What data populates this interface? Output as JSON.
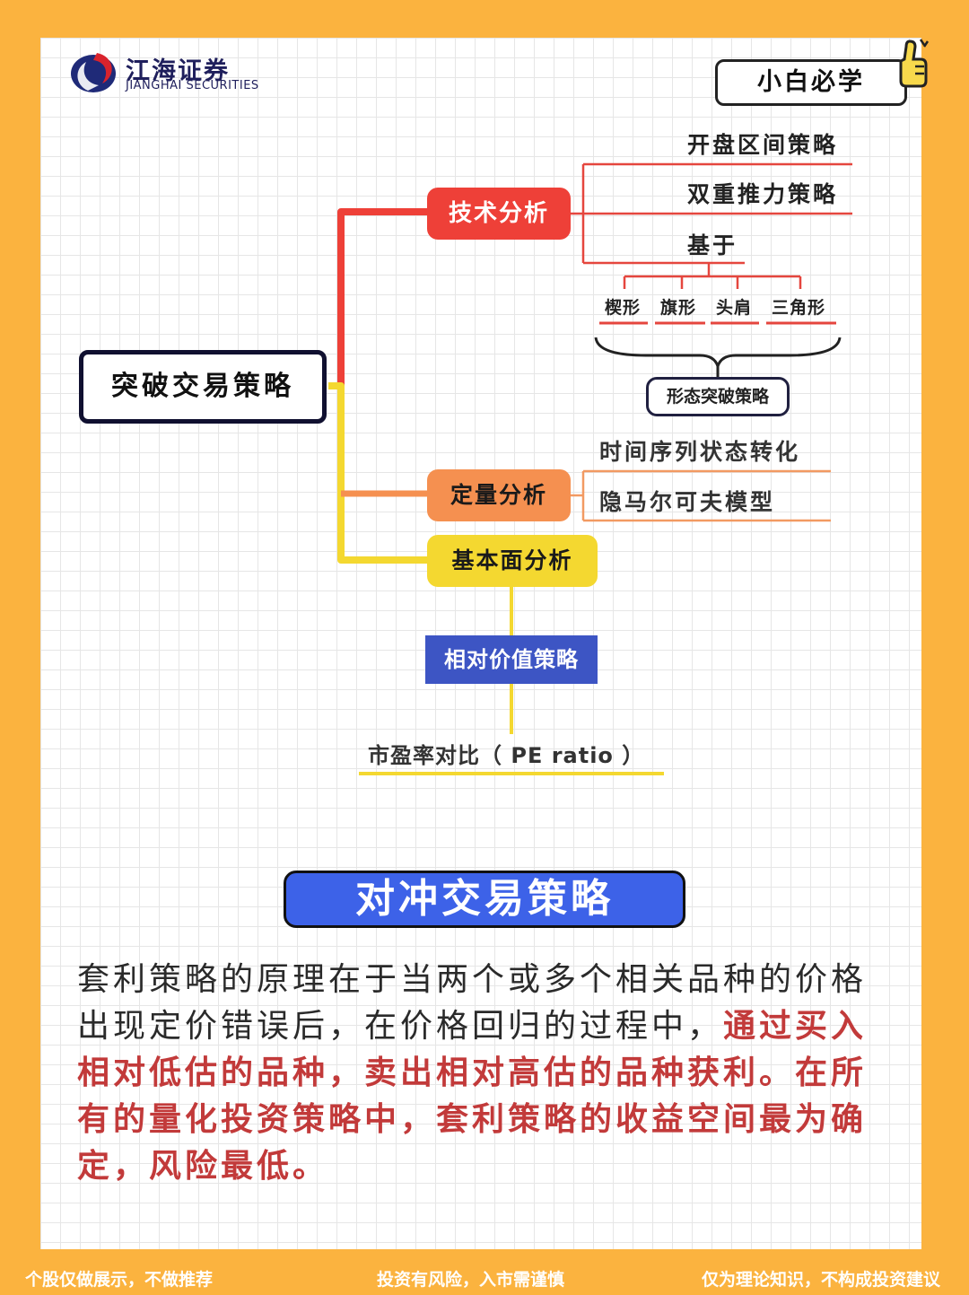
{
  "logo": {
    "name_cn": "江海证券",
    "name_en": "JIANGHAI SECURITIES"
  },
  "badge": {
    "label": "小白必学"
  },
  "mindmap": {
    "root": "突破交易策略",
    "technical": {
      "label": "技术分析",
      "items": [
        "开盘区间策略",
        "双重推力策略",
        "基于"
      ],
      "patterns": [
        "楔形",
        "旗形",
        "头肩",
        "三角形"
      ],
      "pattern_group": "形态突破策略"
    },
    "quantitative": {
      "label": "定量分析",
      "items": [
        "时间序列状态转化",
        "隐马尔可夫模型"
      ]
    },
    "fundamental": {
      "label": "基本面分析",
      "child": "相对价值策略",
      "leaf": "市盈率对比（ PE ratio ）"
    }
  },
  "section": {
    "title": "对冲交易策略",
    "text_plain": "套利策略的原理在于当两个或多个相关品种的价格出现定价错误后，在价格回归的过程中，",
    "text_highlight": "通过买入相对低估的品种，卖出相对高估的品种获利。在所有的量化投资策略中，套利策略的收益空间最为确定，风险最低。"
  },
  "footer": {
    "left": "个股仅做展示，不做推荐",
    "center": "投资有风险，入市需谨慎",
    "right": "仅为理论知识，不构成投资建议"
  },
  "colors": {
    "background": "#FBB33F",
    "technical": "#EE4038",
    "quantitative": "#F59050",
    "fundamental": "#F4D830",
    "relative_value": "#3D55C4",
    "title_bg": "#3D62E8",
    "highlight_text": "#C23A3A"
  }
}
